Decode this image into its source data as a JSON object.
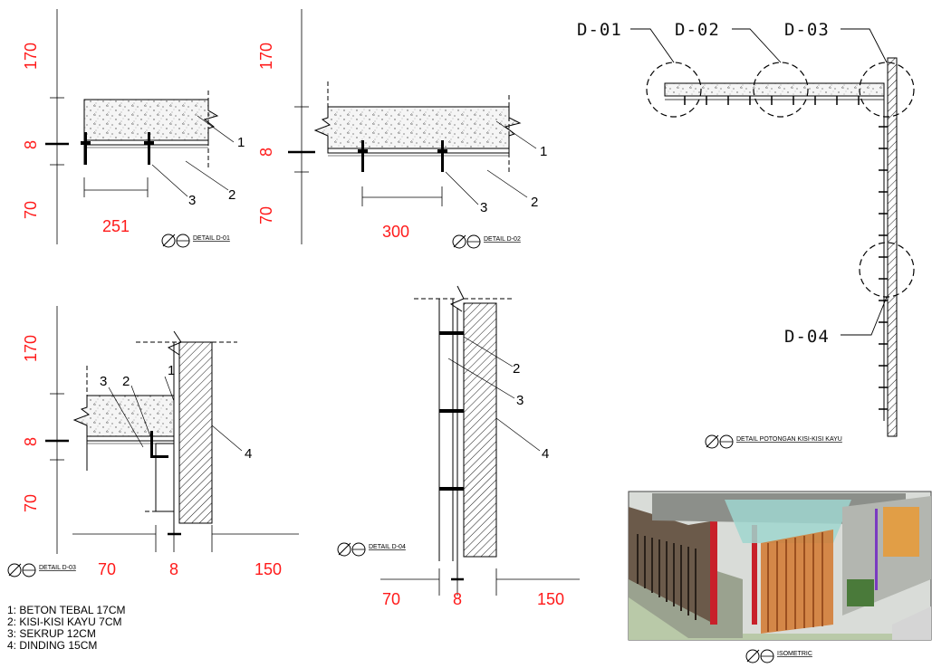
{
  "details": {
    "d01": {
      "caption": "DETAIL D-01",
      "dims": {
        "top": "170",
        "mid": "8",
        "bottom": "70",
        "width": "251"
      },
      "callouts": [
        "1",
        "2",
        "3"
      ]
    },
    "d02": {
      "caption": "DETAIL D-02",
      "dims": {
        "top": "170",
        "mid": "8",
        "bottom": "70",
        "width": "300"
      },
      "callouts": [
        "1",
        "2",
        "3"
      ]
    },
    "d03": {
      "caption": "DETAIL D-03",
      "dims": {
        "top": "170",
        "mid": "8",
        "bottom": "70",
        "w1": "70",
        "w2": "8",
        "w3": "150"
      },
      "callouts": [
        "1",
        "2",
        "3",
        "4"
      ]
    },
    "d04": {
      "caption": "DETAIL D-04",
      "dims": {
        "w1": "70",
        "w2": "8",
        "w3": "150"
      },
      "callouts": [
        "2",
        "3",
        "4"
      ]
    }
  },
  "section": {
    "caption": "DETAIL POTONGAN KISI-KISI KAYU",
    "tags": [
      "D-01",
      "D-02",
      "D-03",
      "D-04"
    ]
  },
  "isometric": {
    "caption": "ISOMETRIC"
  },
  "legend": [
    "1: BETON TEBAL 17CM",
    "2: KISI-KISI KAYU 7CM",
    "3: SEKRUP 12CM",
    "4: DINDING 15CM"
  ],
  "colors": {
    "dimension": "#ff1a1a",
    "line": "#000000",
    "concrete_fill": "#f4f4f4"
  }
}
